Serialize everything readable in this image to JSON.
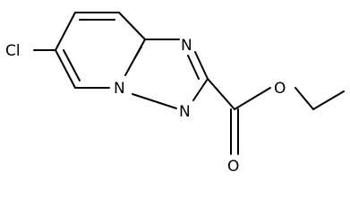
{
  "molecule": {
    "atoms": [
      {
        "id": "cl1",
        "label": "Cl"
      },
      {
        "id": "n_bridge",
        "label": "N"
      },
      {
        "id": "n_top",
        "label": "N"
      },
      {
        "id": "n_bottom",
        "label": "N"
      },
      {
        "id": "o_ester",
        "label": "O"
      },
      {
        "id": "o_carbonyl",
        "label": "O"
      }
    ]
  }
}
